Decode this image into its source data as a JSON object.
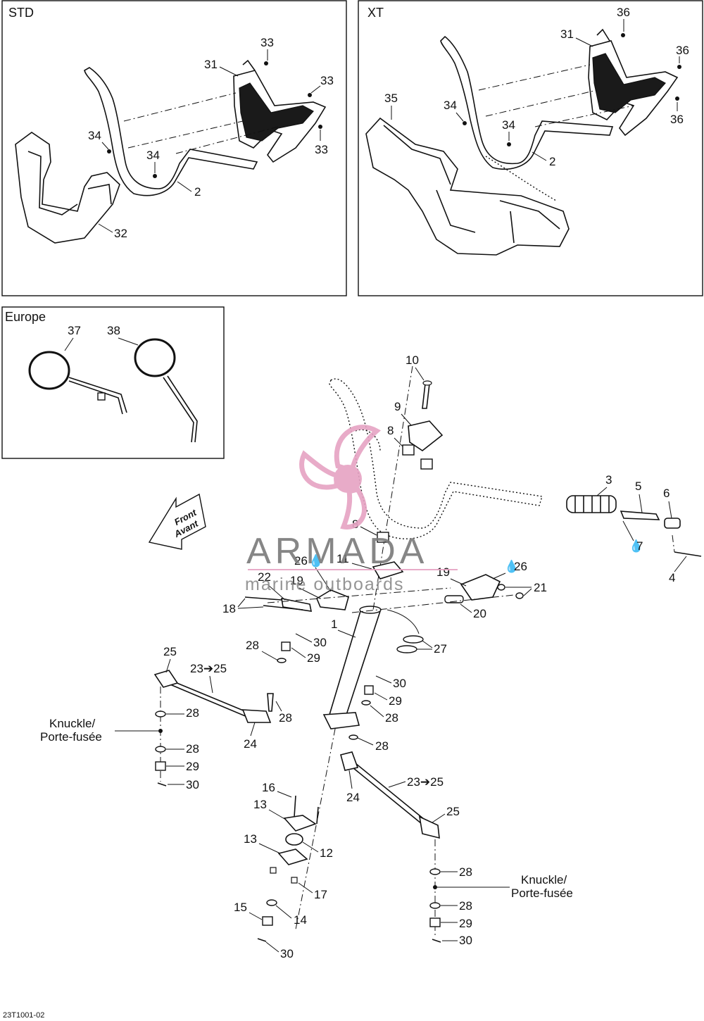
{
  "panels": {
    "std": "STD",
    "xt": "XT",
    "europe": "Europe"
  },
  "front_arrow": {
    "line1": "Front",
    "line2": "Avant"
  },
  "watermark": {
    "title": "ARMADA",
    "subtitle": "marine outboards"
  },
  "footer_code": "23T1001-02",
  "knuckle_left": {
    "line1": "Knuckle/",
    "line2": "Porte-fusée"
  },
  "knuckle_right": {
    "line1": "Knuckle/",
    "line2": "Porte-fusée"
  },
  "callouts": {
    "std_31": "31",
    "std_33a": "33",
    "std_33b": "33",
    "std_33c": "33",
    "std_34a": "34",
    "std_34b": "34",
    "std_2": "2",
    "std_32": "32",
    "xt_36a": "36",
    "xt_31": "31",
    "xt_36b": "36",
    "xt_36c": "36",
    "xt_35": "35",
    "xt_34a": "34",
    "xt_34b": "34",
    "xt_2": "2",
    "eu_37": "37",
    "eu_38": "38",
    "m_10": "10",
    "m_9": "9",
    "m_8a": "8",
    "m_8b": "8",
    "m_3": "3",
    "m_5": "5",
    "m_6": "6",
    "m_7": "7",
    "m_4": "4",
    "m_26a": "26",
    "m_11": "11",
    "m_26b": "26",
    "m_22": "22",
    "m_19a": "19",
    "m_19b": "19",
    "m_21": "21",
    "m_18": "18",
    "m_20": "20",
    "m_1": "1",
    "m_27": "27",
    "m_30a": "30",
    "m_28a": "28",
    "m_29a": "29",
    "m_25a": "25",
    "m_23a": "23➔25",
    "m_30b": "30",
    "m_29b": "29",
    "m_28b": "28",
    "m_28c": "28",
    "m_28d": "28",
    "m_24a": "24",
    "m_28e": "28",
    "m_28f": "28",
    "m_29c": "29",
    "m_30c": "30",
    "m_23b": "23➔25",
    "m_24b": "24",
    "m_25b": "25",
    "m_16": "16",
    "m_13a": "13",
    "m_13b": "13",
    "m_12": "12",
    "m_17": "17",
    "m_15": "15",
    "m_14": "14",
    "m_30d": "30",
    "m_28g": "28",
    "m_28h": "28",
    "m_29d": "29",
    "m_30e": "30"
  }
}
